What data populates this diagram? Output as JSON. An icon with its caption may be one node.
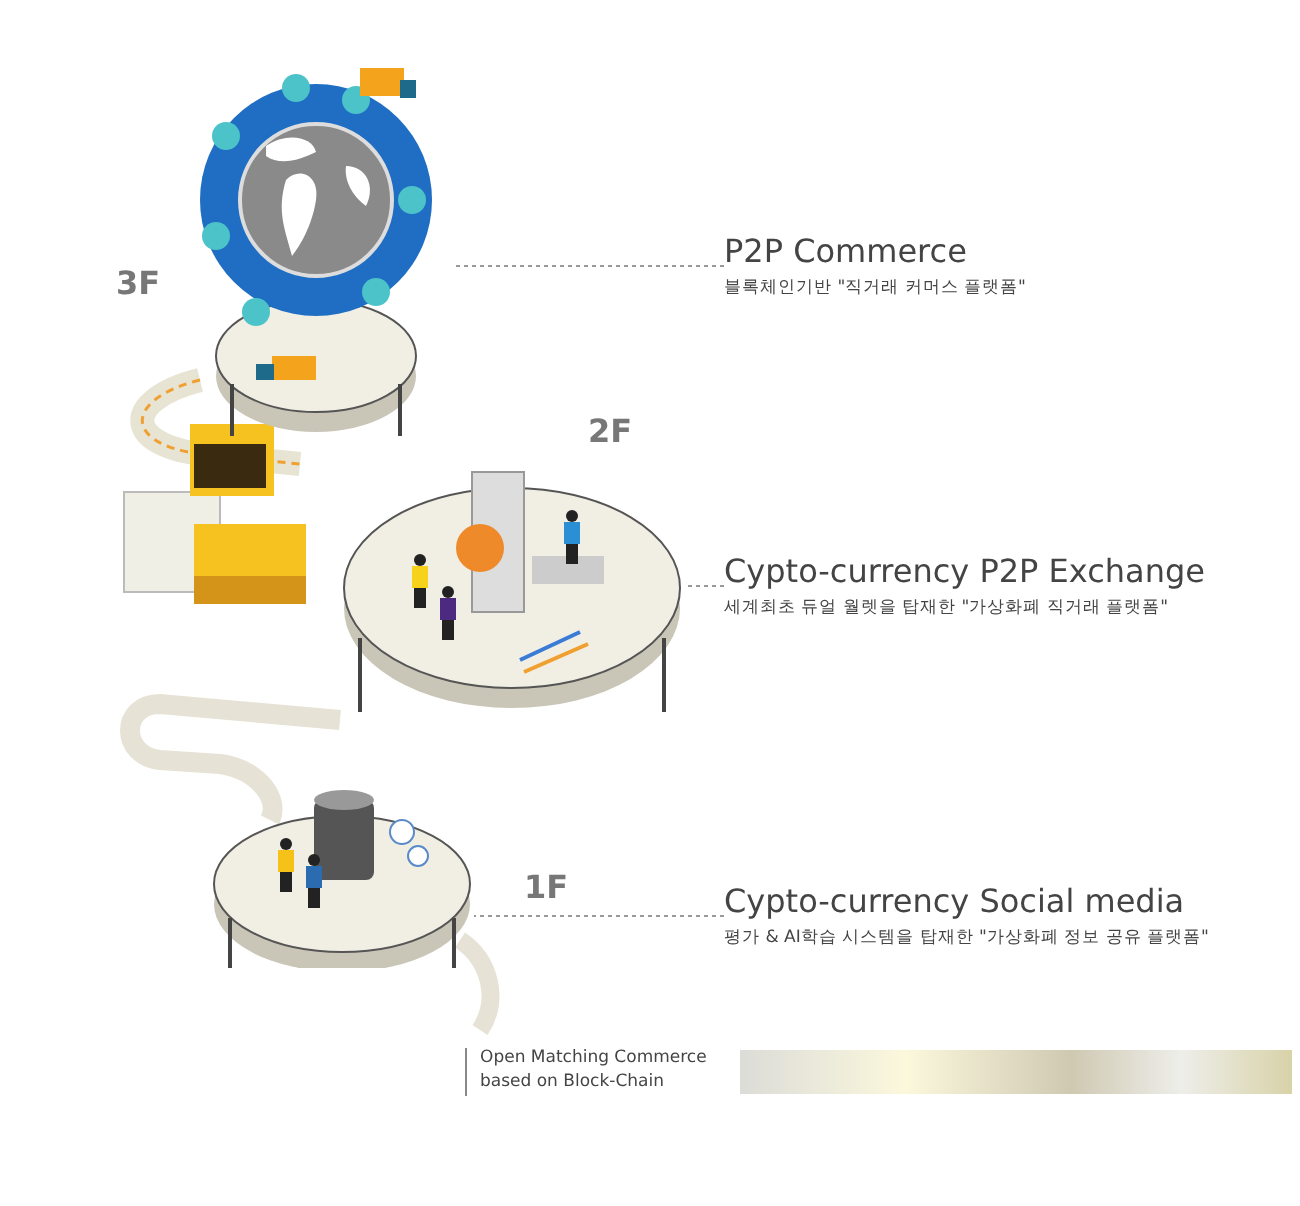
{
  "diagram": {
    "nodes": [
      {
        "text": [],
        "shape": "picture",
        "beside": [
          "3F"
        ]
      },
      {
        "text": [
          "P2P Commerce",
          "블록체인기반 \"직거래 커머스 플랫폼\""
        ]
      },
      {
        "text": [],
        "shape": "picture",
        "beside": [
          "2F"
        ]
      },
      {
        "text": [
          "Cypto-currency P2P Exchange",
          "세계최초 듀얼 월렛을 탑재한 \"가상화폐 직거래 플랫폼\""
        ]
      },
      {
        "text": [],
        "shape": "picture",
        "beside": [
          "1F"
        ]
      },
      {
        "text": [
          "Cypto-currency Social media",
          "평가 & AI학습 시스템을 탑재한 \"가상화폐 정보 공유 플랫폼\""
        ]
      },
      {
        "text": [],
        "shape": "bar"
      }
    ],
    "edges": [
      {
        "from": 1,
        "to": 0,
        "arrow": "none",
        "style": "dashed"
      },
      {
        "from": 3,
        "to": 2,
        "arrow": "none",
        "style": "dashed"
      },
      {
        "from": 5,
        "to": 4,
        "arrow": "none",
        "style": "dashed"
      }
    ],
    "labels": [
      "Open Matching Commerce based on Block-Chain"
    ]
  }
}
